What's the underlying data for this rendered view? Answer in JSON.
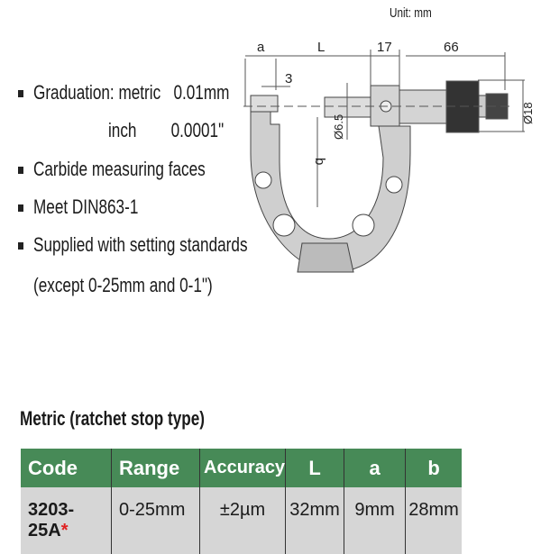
{
  "unit_label": "Unit: mm",
  "features": [
    {
      "text": "Graduation: metric   0.01mm",
      "bullet": true
    },
    {
      "text": "inch        0.0001\"",
      "bullet": false
    },
    {
      "text": "Carbide measuring faces",
      "bullet": true
    },
    {
      "text": "Meet DIN863-1",
      "bullet": true
    },
    {
      "text": "Supplied with setting standards",
      "bullet": true
    },
    {
      "text": "(except 0-25mm and 0-1\")",
      "bullet": false
    }
  ],
  "drawing": {
    "dim_a": "a",
    "dim_L": "L",
    "dim_17": "17",
    "dim_66": "66",
    "dim_3": "3",
    "dim_b": "b",
    "dim_spindle": "Ø6.5",
    "dim_thimble": "Ø18"
  },
  "table": {
    "title": "Metric (ratchet stop type)",
    "headers": [
      "Code",
      "Range",
      "Accuracy",
      "L",
      "a",
      "b"
    ],
    "rows": [
      {
        "code": "3203-25A",
        "star": "*",
        "range": "0-25mm",
        "accuracy": "±2µm",
        "L": "32mm",
        "a": "9mm",
        "b": "28mm"
      }
    ],
    "header_color": "#478a57"
  }
}
